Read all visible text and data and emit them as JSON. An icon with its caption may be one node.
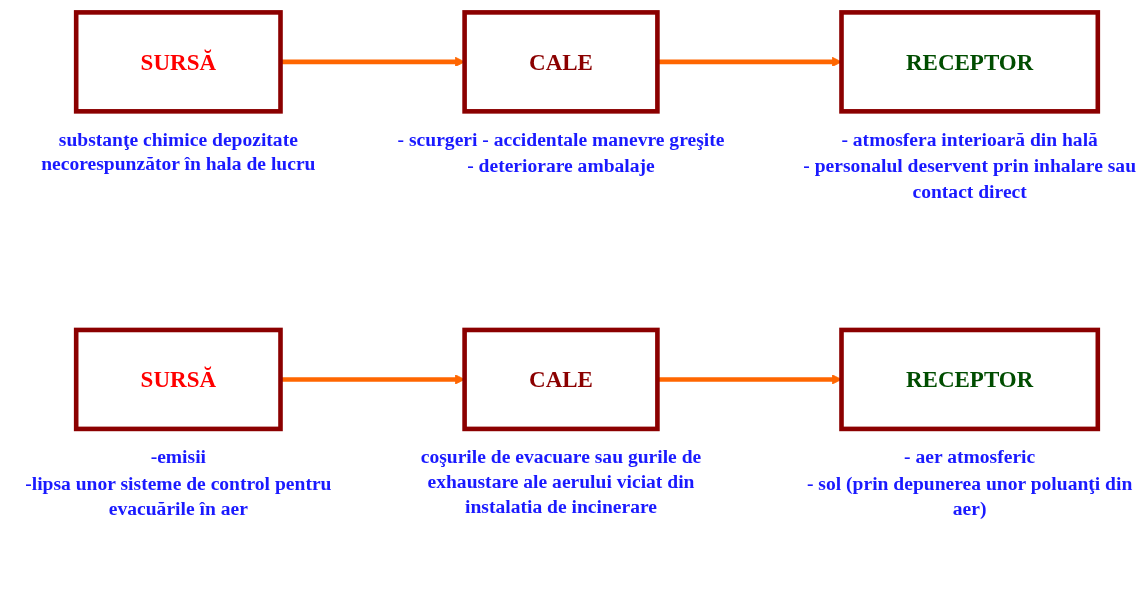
{
  "diagram": {
    "nodes": [
      {
        "text": [
          "SURSĂ"
        ],
        "beside": [
          "substanţe chimice depozitate necorespunzător în hala de lucru"
        ]
      },
      {
        "text": [
          "CALE"
        ],
        "beside": [
          "- scurgeri - accidentale manevre greşite",
          "- deteriorare ambalaje"
        ]
      },
      {
        "text": [
          "RECEPTOR"
        ],
        "beside": [
          "- atmosfera interioară din hală",
          "- personalul deservent prin inhalare sau contact direct"
        ]
      },
      {
        "text": [
          "SURSĂ"
        ],
        "beside": [
          "-emisii",
          "-lipsa unor sisteme de control pentru evacuările în aer"
        ]
      },
      {
        "text": [
          "CALE"
        ],
        "beside": [
          "coşurile de evacuare sau gurile de exhaustare ale aerului viciat din instalatia de incinerare"
        ]
      },
      {
        "text": [
          "RECEPTOR"
        ],
        "beside": [
          "- aer atmosferic",
          "- sol (prin depunerea unor poluanţi din aer)"
        ]
      }
    ],
    "edges": [
      {
        "from": 0,
        "to": 1,
        "arrow": "to"
      },
      {
        "from": 1,
        "to": 2,
        "arrow": "to"
      },
      {
        "from": 3,
        "to": 4,
        "arrow": "to"
      },
      {
        "from": 4,
        "to": 5,
        "arrow": "to"
      }
    ]
  }
}
